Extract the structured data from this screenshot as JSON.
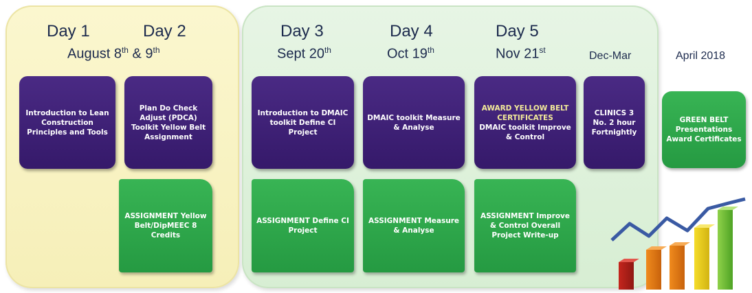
{
  "headers": {
    "day1": "Day 1",
    "day2": "Day 2",
    "aug_date_main": "August 8",
    "aug_sup1": "th",
    "aug_amp": " & 9",
    "aug_sup2": "th",
    "day3": "Day 3",
    "day3_date": "Sept 20",
    "day3_sup": "th",
    "day4": "Day 4",
    "day4_date": "Oct 19",
    "day4_sup": "th",
    "day5": "Day 5",
    "day5_date": "Nov 21",
    "day5_sup": "st",
    "decmar": "Dec-Mar",
    "april": "April 2018"
  },
  "sessions": {
    "intro_lean": "Introduction to Lean Construction Principles and Tools",
    "pdca": "Plan Do Check Adjust (PDCA) Toolkit Yellow Belt Assignment",
    "dmaic_define": "Introduction to DMAIC toolkit Define CI Project",
    "dmaic_measure": "DMAIC toolkit Measure & Analyse",
    "award_title": "AWARD YELLOW BELT CERTIFICATES",
    "award_rest": "DMAIC toolkit Improve & Control",
    "clinics": "CLINICS 3 No. 2 hour Fortnightly",
    "green_belt": "GREEN BELT Presentations Award Certificates"
  },
  "assignments": {
    "yellow": "ASSIGNMENT Yellow Belt/DipMEEC 8 Credits",
    "define": "ASSIGNMENT Define CI Project",
    "measure": "ASSIGNMENT Measure & Analyse",
    "improve": "ASSIGNMENT Improve & Control Overall Project Write-up"
  },
  "colors": {
    "purple": "#3e2176",
    "green": "#2fa84c",
    "yellow_panel": "#f8f2c4",
    "green_panel": "#dff1dc",
    "heading": "#1c2a4d"
  },
  "icons": {
    "decor": "growth-bar-chart-image"
  }
}
